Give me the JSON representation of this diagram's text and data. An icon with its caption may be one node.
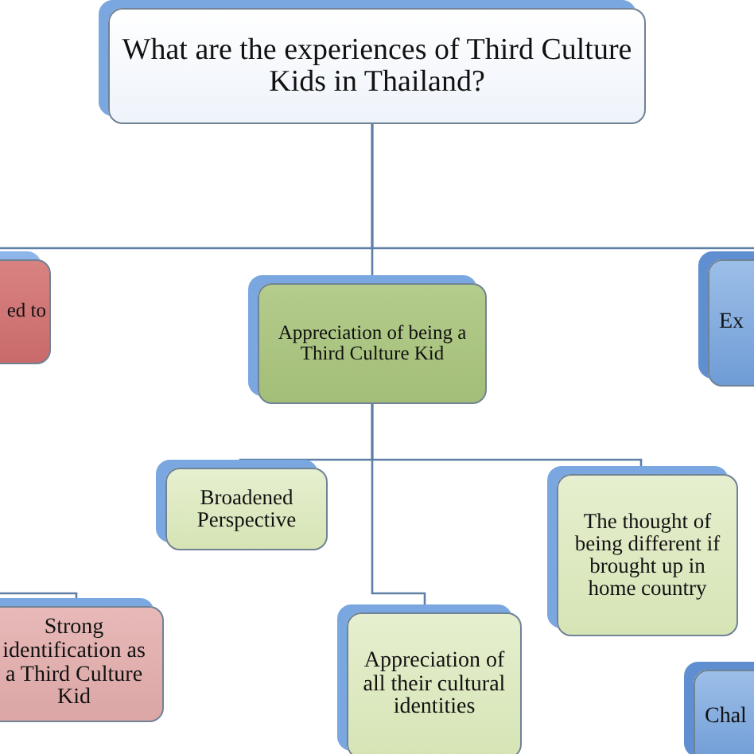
{
  "diagram": {
    "nodes": [
      {
        "text": [
          "What are the experiences of Third Culture Kids in Thailand?"
        ]
      },
      {
        "text": [
          "ed to"
        ]
      },
      {
        "text": [
          "Appreciation of being a Third Culture Kid"
        ]
      },
      {
        "text": [
          "Ex"
        ]
      },
      {
        "text": [
          "Broadened Perspective"
        ]
      },
      {
        "text": [
          "The thought of being different if brought up in home country"
        ]
      },
      {
        "text": [
          "Strong identification as a Third Culture Kid"
        ]
      },
      {
        "text": [
          "Appreciation of all their cultural identities"
        ]
      },
      {
        "text": [
          "Chal"
        ]
      }
    ],
    "edges": [
      {
        "from": 0,
        "to": 1,
        "arrow": "none"
      },
      {
        "from": 0,
        "to": 2,
        "arrow": "none"
      },
      {
        "from": 0,
        "to": 3,
        "arrow": "none"
      },
      {
        "from": 2,
        "to": 4,
        "arrow": "none"
      },
      {
        "from": 2,
        "to": 5,
        "arrow": "none"
      },
      {
        "from": 2,
        "to": 7,
        "arrow": "none"
      },
      {
        "from": null,
        "to": 6,
        "arrow": "none"
      }
    ]
  }
}
